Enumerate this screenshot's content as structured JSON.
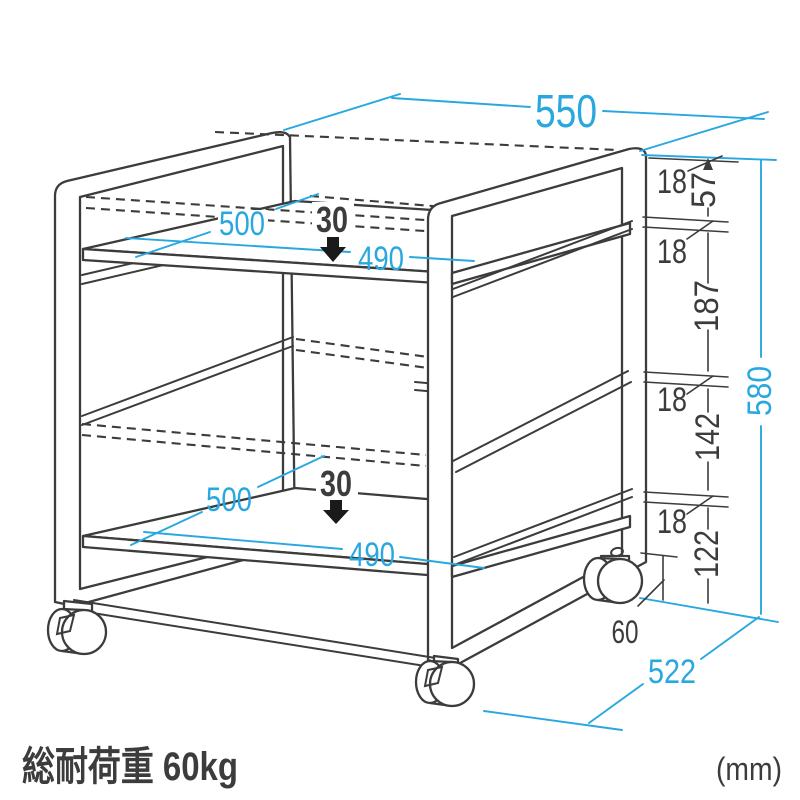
{
  "diagram": {
    "title": "caster cart dimension drawing",
    "unit_note": "(mm)",
    "footer": {
      "load_label": "総耐荷重 60kg"
    },
    "accent_color": "#29A8E0",
    "line_color": "#3c3c3c",
    "dims": {
      "width_top": "550",
      "height_overall": "580",
      "depth_overall": "522",
      "caster_offset": "60",
      "shelf_depths": [
        "500",
        "500"
      ],
      "shelf_widths": [
        "490",
        "490"
      ],
      "lip_heights": [
        "30",
        "30"
      ],
      "tube_thicknesses": [
        "18",
        "18",
        "18",
        "18"
      ],
      "top_to_shelf": "57",
      "upper_gap": "187",
      "lower_gap": "142",
      "bottom_clearance": "122"
    }
  }
}
